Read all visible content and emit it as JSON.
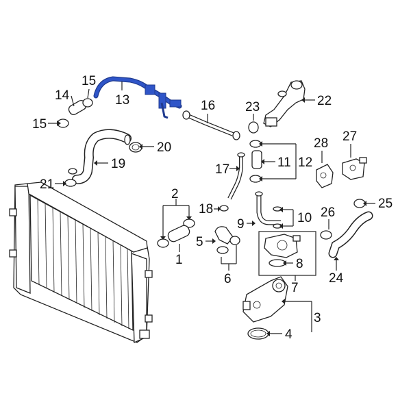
{
  "diagram": {
    "highlight_color": "#2f55c8",
    "callouts": [
      {
        "id": "c13",
        "text": "13"
      },
      {
        "id": "c14",
        "text": "14"
      },
      {
        "id": "c15a",
        "text": "15"
      },
      {
        "id": "c15b",
        "text": "15"
      },
      {
        "id": "c16",
        "text": "16"
      },
      {
        "id": "c19",
        "text": "19"
      },
      {
        "id": "c20",
        "text": "20"
      },
      {
        "id": "c21",
        "text": "21"
      },
      {
        "id": "c23",
        "text": "23"
      },
      {
        "id": "c22",
        "text": "22"
      },
      {
        "id": "c28",
        "text": "28"
      },
      {
        "id": "c27",
        "text": "27"
      },
      {
        "id": "c11",
        "text": "11"
      },
      {
        "id": "c12",
        "text": "12"
      },
      {
        "id": "c17",
        "text": "17"
      },
      {
        "id": "c18",
        "text": "18"
      },
      {
        "id": "c10",
        "text": "10"
      },
      {
        "id": "c9",
        "text": "9"
      },
      {
        "id": "c26",
        "text": "26"
      },
      {
        "id": "c25",
        "text": "25"
      },
      {
        "id": "c24",
        "text": "24"
      },
      {
        "id": "c2",
        "text": "2"
      },
      {
        "id": "c1",
        "text": "1"
      },
      {
        "id": "c5",
        "text": "5"
      },
      {
        "id": "c6",
        "text": "6"
      },
      {
        "id": "c8",
        "text": "8"
      },
      {
        "id": "c7",
        "text": "7"
      },
      {
        "id": "c3",
        "text": "3"
      },
      {
        "id": "c4",
        "text": "4"
      }
    ]
  }
}
